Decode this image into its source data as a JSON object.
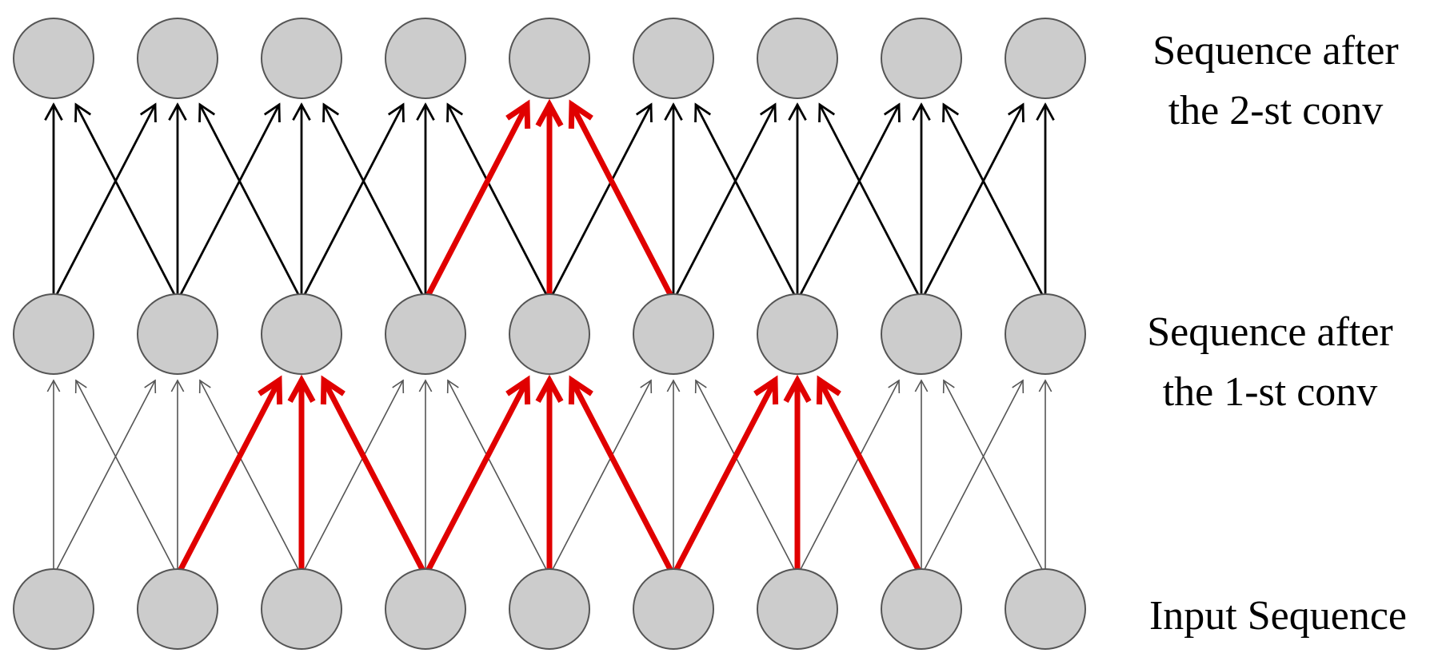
{
  "labels": {
    "layer2": [
      "Sequence after",
      "the 2-st conv"
    ],
    "layer1": [
      "Sequence after",
      "the 1-st conv"
    ],
    "input": [
      "Input Sequence"
    ]
  },
  "layers": [
    {
      "name": "input",
      "node_count": 9
    },
    {
      "name": "conv1",
      "node_count": 9
    },
    {
      "name": "conv2",
      "node_count": 9
    }
  ],
  "kernel_offsets": [
    -1,
    0,
    1
  ],
  "highlight": {
    "conv2_nodes": [
      4
    ],
    "conv1_nodes": [
      2,
      4,
      6
    ]
  },
  "colors": {
    "node_fill": "#cccccc",
    "node_stroke": "#555555",
    "thin_edge": "#555555",
    "black_edge": "#000000",
    "highlight_edge": "#e00000",
    "text": "#000000"
  }
}
